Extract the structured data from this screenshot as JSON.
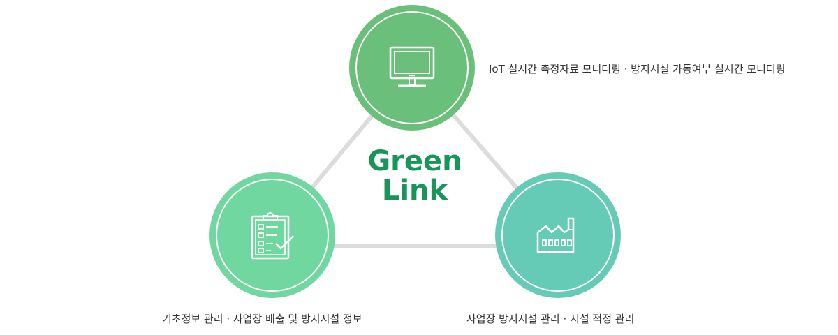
{
  "diagram": {
    "center_title_line1": "Green",
    "center_title_line2": "Link",
    "nodes": [
      {
        "icon": "monitor-icon",
        "caption": "IoT 실시간 측정자료 모니터링 · 방지시설 가동여부 실시간 모니터링",
        "color": "#6ac07a"
      },
      {
        "icon": "clipboard-checklist-icon",
        "caption": "기초정보 관리 · 사업장 배출 및 방지시설 정보",
        "color": "#71d7a0"
      },
      {
        "icon": "factory-icon",
        "caption": "사업장 방지시설 관리 · 시설 적정 관리",
        "color": "#66cbb6"
      }
    ],
    "connector_color": "#dcdcdc",
    "title_color": "#18965a"
  }
}
